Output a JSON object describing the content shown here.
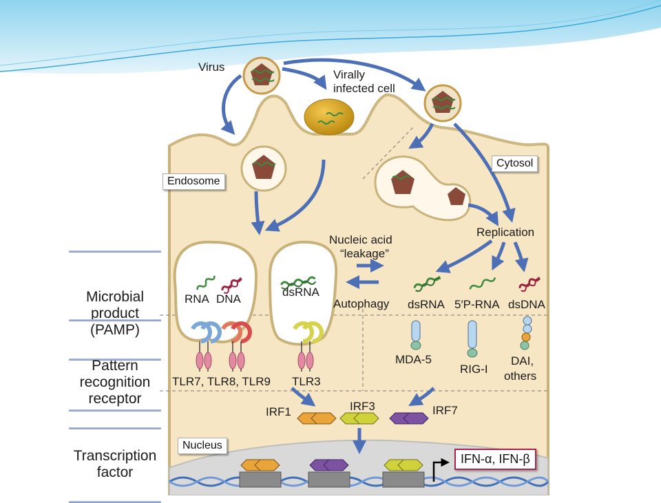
{
  "labels": {
    "virus": "Virus",
    "infected_cell": "Virally\ninfected cell",
    "cytosol": "Cytosol",
    "endosome": "Endosome",
    "nucleus": "Nucleus",
    "replication": "Replication",
    "leakage": "Nucleic acid\n“leakage”",
    "autophagy": "Autophagy"
  },
  "rows": [
    {
      "label": "Microbial\nproduct\n(PAMP)"
    },
    {
      "label": "Pattern\nrecognition\nreceptor"
    },
    {
      "label": "Transcription\nfactor"
    }
  ],
  "pamps": {
    "endosome_rna": "RNA",
    "endosome_dna": "DNA",
    "endosome_dsrna": "dsRNA",
    "cytosol_dsrna": "dsRNA",
    "cytosol_5prna": "5′P-RNA",
    "cytosol_dsdna": "dsDNA"
  },
  "receptors": {
    "tlr_group": "TLR7, TLR8, TLR9",
    "tlr3": "TLR3",
    "mda5": "MDA-5",
    "rigi": "RIG-I",
    "dai_line1": "DAI,",
    "dai_line2": "others"
  },
  "transcription_factors": {
    "irf1": "IRF1",
    "irf3": "IRF3",
    "irf7": "IRF7"
  },
  "output": "IFN-α, IFN-β",
  "colors": {
    "cell": "#f7e6c4",
    "membrane": "#c9b27a",
    "arrow": "#4d6fb5",
    "irf_orange": "#e9a53a",
    "irf_yellow": "#cfd23a",
    "irf_purple": "#7c52a1",
    "dna_helix": "#3f6fb8",
    "receptor_pink": "#e38aa3"
  }
}
